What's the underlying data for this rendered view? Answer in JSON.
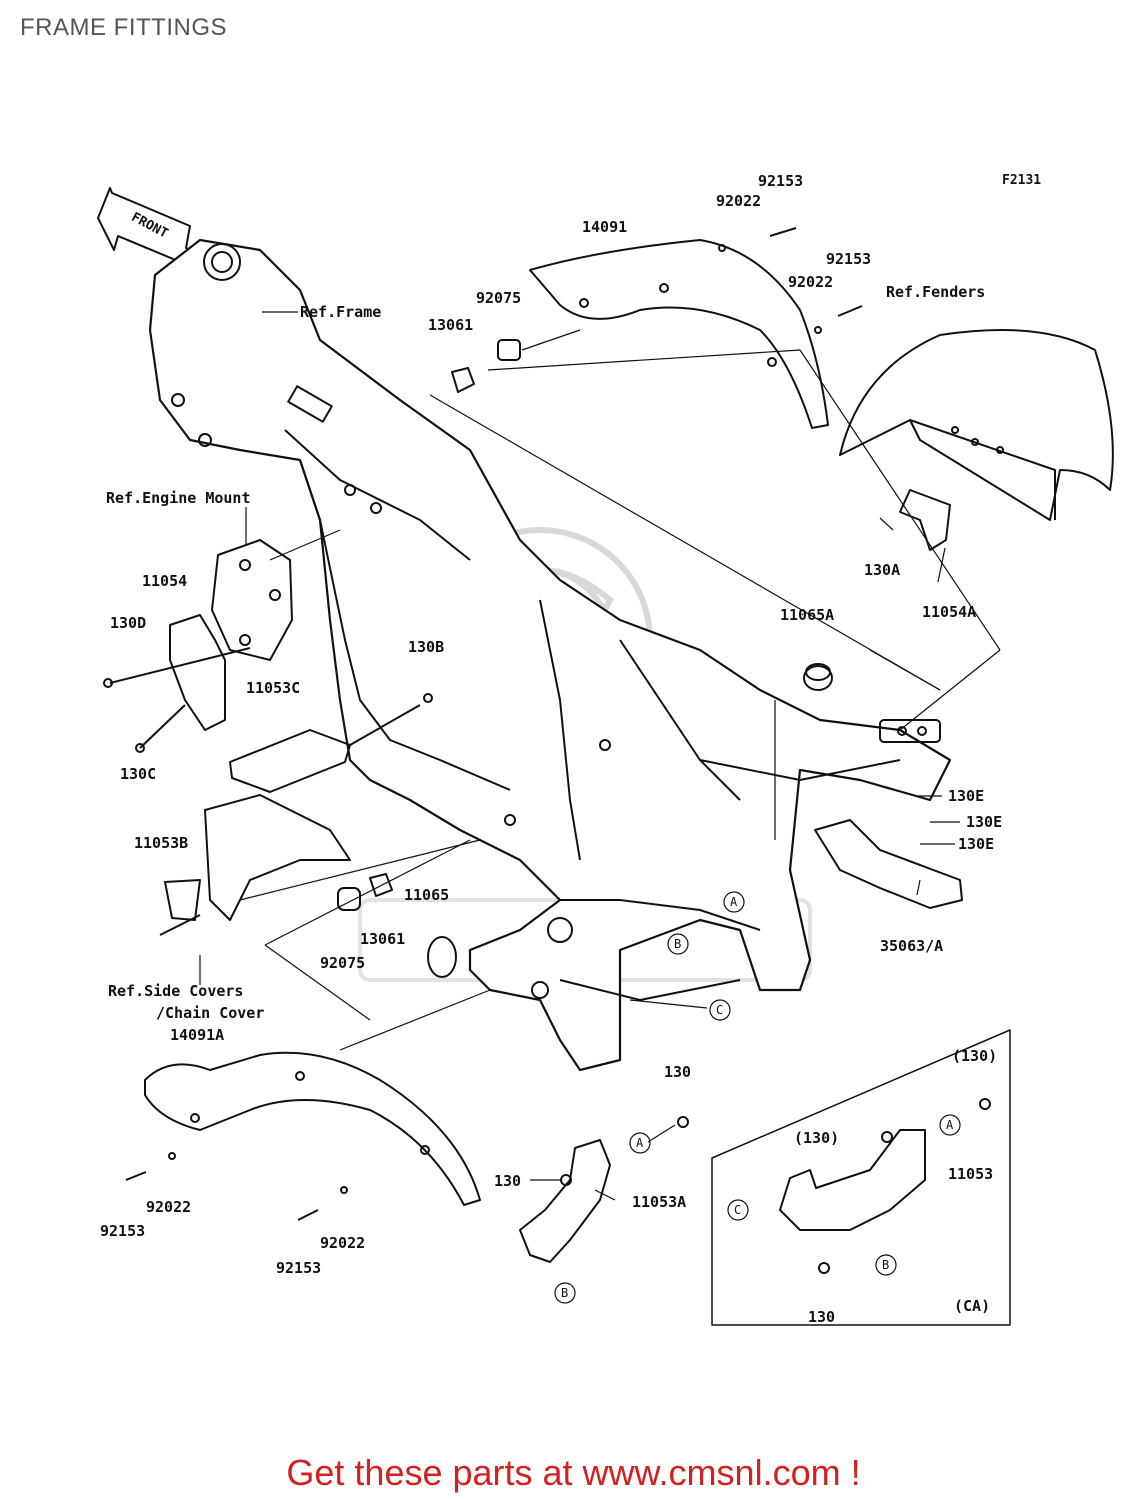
{
  "title": "FRAME FITTINGS",
  "figure_code": "F2131",
  "front_label": "FRONT",
  "refs": {
    "frame": "Ref.Frame",
    "engine_mount": "Ref.Engine Mount",
    "fenders": "Ref.Fenders",
    "side_covers_1": "Ref.Side Covers",
    "side_covers_2": "/Chain Cover"
  },
  "part_labels": {
    "p92153_top": "92153",
    "p92022_top": "92022",
    "p14091": "14091",
    "p92153_mid": "92153",
    "p92022_mid": "92022",
    "p92075_top": "92075",
    "p13061_top": "13061",
    "p11054": "11054",
    "p130D": "130D",
    "p130B": "130B",
    "p11053C": "11053C",
    "p130C": "130C",
    "p130A": "130A",
    "p11054A": "11054A",
    "p11065A": "11065A",
    "p130E_1": "130E",
    "p130E_2": "130E",
    "p130E_3": "130E",
    "p11053B": "11053B",
    "p11065": "11065",
    "p13061_low": "13061",
    "p92075_low": "92075",
    "p35063A": "35063/A",
    "p14091A": "14091A",
    "p92153_bl": "92153",
    "p92022_bl": "92022",
    "p92022_bm": "92022",
    "p92153_bm": "92153",
    "p130_a": "130",
    "p130_b": "130",
    "p11053A": "11053A",
    "p130_paren_1": "(130)",
    "p130_paren_2": "(130)",
    "p11053": "11053",
    "p130_ca": "130",
    "ca": "(CA)"
  },
  "callouts": {
    "a": "A",
    "b": "B",
    "c": "C"
  },
  "promo": "Get these parts at www.cmsnl.com !"
}
